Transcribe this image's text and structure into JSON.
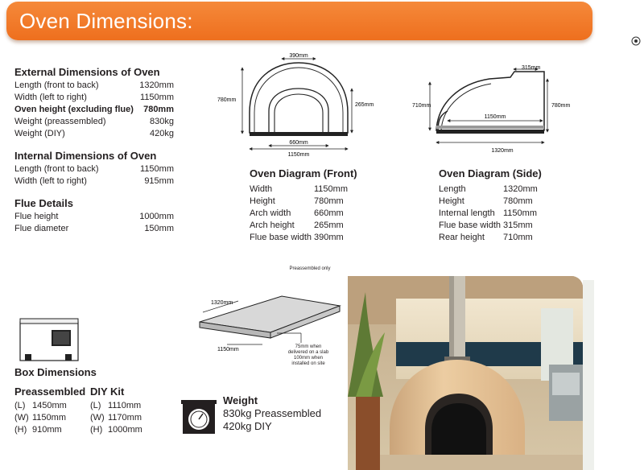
{
  "header": {
    "title": "Oven Dimensions:"
  },
  "external": {
    "title": "External Dimensions of Oven",
    "rows": [
      {
        "label": "Length (front to back)",
        "value": "1320mm"
      },
      {
        "label": "Width (left to right)",
        "value": "1150mm"
      },
      {
        "label": "Oven height (excluding flue)",
        "value": "780mm"
      },
      {
        "label": "Weight (preassembled)",
        "value": "830kg"
      },
      {
        "label": "Weight (DIY)",
        "value": "420kg"
      }
    ]
  },
  "internal": {
    "title": "Internal Dimensions of Oven",
    "rows": [
      {
        "label": "Length (front to back)",
        "value": "1150mm"
      },
      {
        "label": "Width (left to right)",
        "value": "915mm"
      }
    ]
  },
  "flue": {
    "title": "Flue Details",
    "rows": [
      {
        "label": "Flue height",
        "value": "1000mm"
      },
      {
        "label": "Flue diameter",
        "value": "150mm"
      }
    ]
  },
  "front_diagram": {
    "title": "Oven Diagram (Front)",
    "labels": {
      "top": "390mm",
      "left": "780mm",
      "right": "265mm",
      "inner": "660mm",
      "bottom": "1150mm"
    },
    "rows": [
      {
        "label": "Width",
        "value": "1150mm"
      },
      {
        "label": "Height",
        "value": "780mm"
      },
      {
        "label": "Arch width",
        "value": "660mm"
      },
      {
        "label": "Arch height",
        "value": "265mm"
      },
      {
        "label": "Flue base width",
        "value": "390mm"
      }
    ]
  },
  "side_diagram": {
    "title": "Oven Diagram (Side)",
    "labels": {
      "top": "315mm",
      "left": "710mm",
      "right": "780mm",
      "inner": "1150mm",
      "bottom": "1320mm"
    },
    "rows": [
      {
        "label": "Length",
        "value": "1320mm"
      },
      {
        "label": "Height",
        "value": "780mm"
      },
      {
        "label": "Internal length",
        "value": "1150mm"
      },
      {
        "label": "Flue base width",
        "value": "315mm"
      },
      {
        "label": "Rear height",
        "value": "710mm"
      }
    ]
  },
  "slab": {
    "preassembled_note": "Preassembled only",
    "length": "1320mm",
    "width": "1150mm",
    "note_lines": [
      "75mm when",
      "delivered on a slab",
      "100mm when",
      "installed on site"
    ]
  },
  "box": {
    "title": "Box Dimensions",
    "columns": [
      {
        "title": "Preassembled",
        "rows": [
          {
            "unit": "(L)",
            "value": "1450mm"
          },
          {
            "unit": "(W)",
            "value": "1150mm"
          },
          {
            "unit": "(H)",
            "value": "910mm"
          }
        ]
      },
      {
        "title": "DIY Kit",
        "rows": [
          {
            "unit": "(L)",
            "value": "1110mm"
          },
          {
            "unit": "(W)",
            "value": "1170mm"
          },
          {
            "unit": "(H)",
            "value": "1000mm"
          }
        ]
      }
    ]
  },
  "weight": {
    "title": "Weight",
    "lines": [
      "830kg Preassembled",
      "420kg DIY"
    ],
    "icon": "scale-icon"
  },
  "colors": {
    "accent": "#ee6f1e",
    "text": "#231f20",
    "render": "#e6c49a"
  }
}
